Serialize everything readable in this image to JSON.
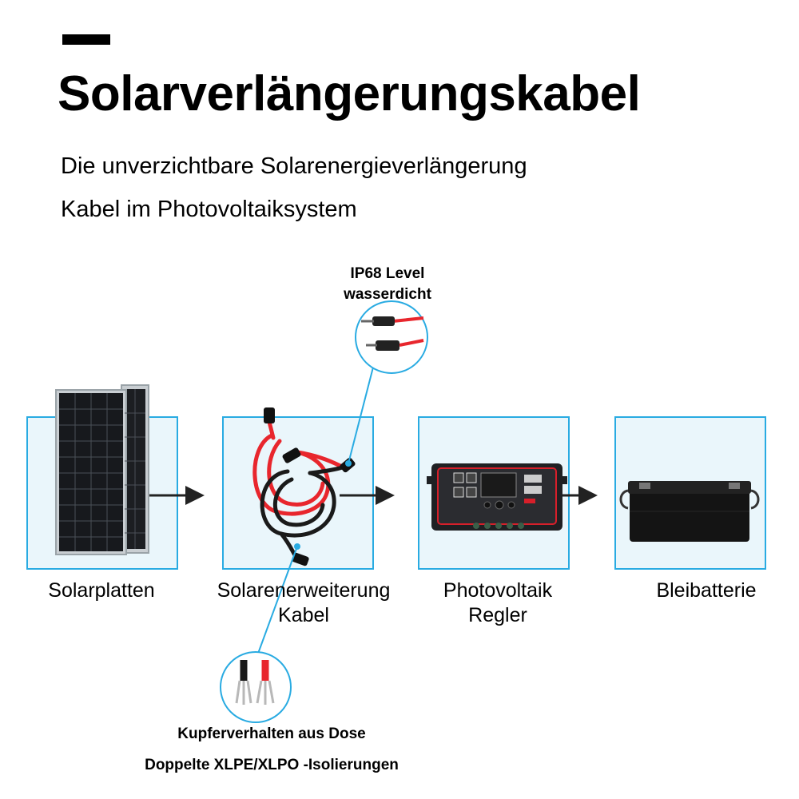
{
  "header": {
    "title": "Solarverlängerungskabel",
    "subtitle_line1": "Die unverzichtbare Solarenergieverlängerung",
    "subtitle_line2": "Kabel im Photovoltaiksystem"
  },
  "callouts": {
    "top_line1": "IP68 Level",
    "top_line2": "wasserdicht",
    "bottom_line1": "Kupferverhalten aus Dose",
    "bottom_line2": "Doppelte XLPE/XLPO -Isolierungen"
  },
  "steps": [
    {
      "line1": "Solarplatten",
      "line2": "",
      "icon": "solar-panel-icon"
    },
    {
      "line1": "Solarenerweiterung",
      "line2": "Kabel",
      "icon": "extension-cable-icon"
    },
    {
      "line1": "Photovoltaik",
      "line2": "Regler",
      "icon": "charge-controller-icon"
    },
    {
      "line1": "Bleibatterie",
      "line2": "",
      "icon": "lead-battery-icon"
    }
  ],
  "colors": {
    "box_border": "#29abe2",
    "box_fill": "#eaf6fb",
    "cable_red": "#e8262d",
    "cable_black": "#1a1a1a",
    "controller_accent": "#d71f2a"
  }
}
